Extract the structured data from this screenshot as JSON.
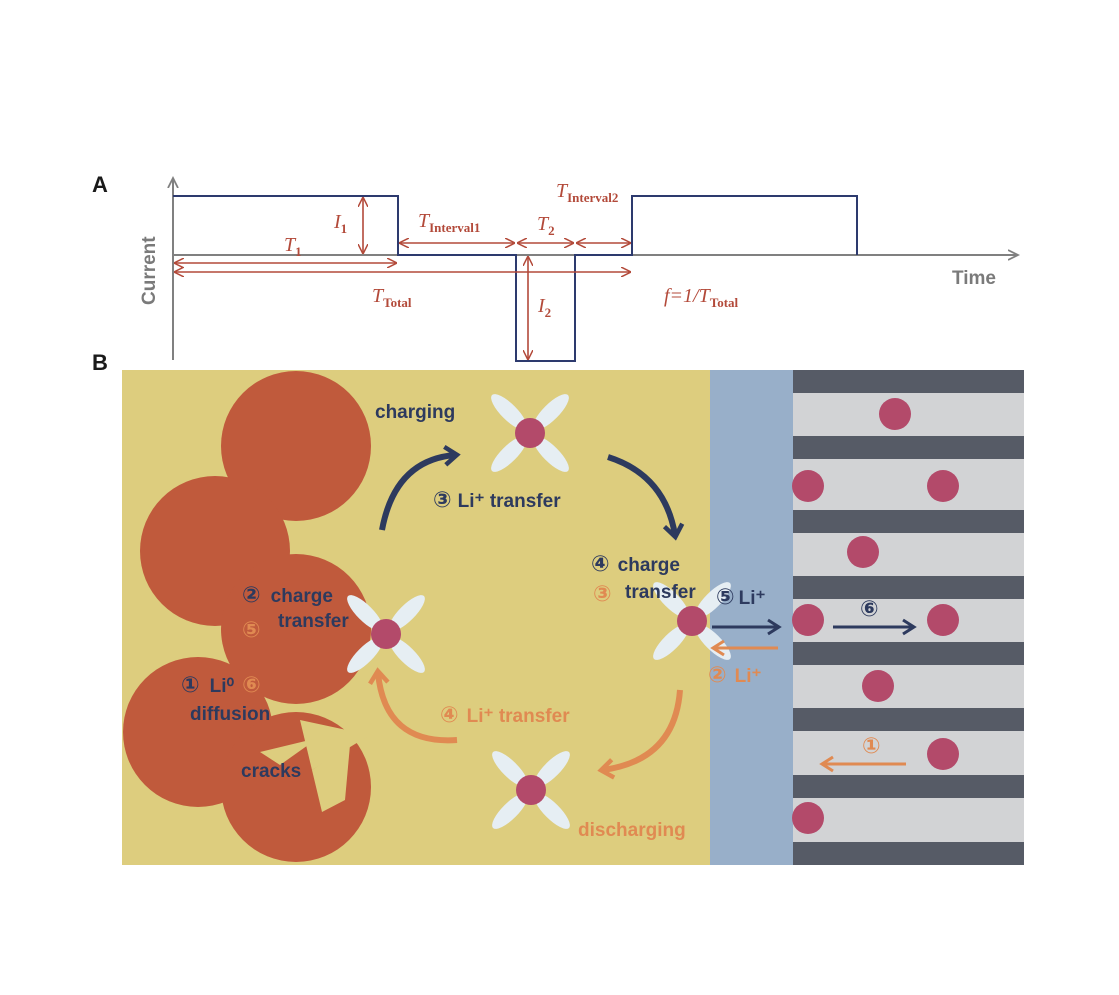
{
  "panel_a": {
    "label": "A",
    "y_axis": "Current",
    "x_axis": "Time",
    "t1": "T",
    "t1_sub": "1",
    "i1": "I",
    "i1_sub": "1",
    "t_interval1": "T",
    "t_interval1_sub": "Interval1",
    "t2": "T",
    "t2_sub": "2",
    "t_interval2": "T",
    "t_interval2_sub": "Interval2",
    "i2": "I",
    "i2_sub": "2",
    "t_total": "T",
    "t_total_sub": "Total",
    "freq": "f=1/T",
    "freq_sub": "Total",
    "colors": {
      "waveform": "#2d3a6e",
      "annotation": "#b34a3a",
      "axis": "#808080"
    }
  },
  "panel_b": {
    "label": "B",
    "charging": "charging",
    "discharging": "discharging",
    "step3_num": "③",
    "step3_text": "Li⁺ transfer",
    "step4_num": "④",
    "step4_line1": "charge",
    "step4_line2": "transfer",
    "step3o_num": "③",
    "step2_num": "②",
    "step2_line1": "charge",
    "step2_line2": "transfer",
    "step5o_num": "⑤",
    "step1_num": "①",
    "step1_text": "Li⁰",
    "step6o_num": "⑥",
    "diffusion": "diffusion",
    "cracks": "cracks",
    "step5_num": "⑤",
    "step5_text": "Li⁺",
    "step2o_num": "②",
    "step2o_text": "Li⁺",
    "step6_num": "⑥",
    "step1o_num": "①",
    "step4o_num": "④",
    "step4o_text": "Li⁺ transfer",
    "colors": {
      "electrolyte": "#ddcd7e",
      "particle": "#c05a3c",
      "sei": "#98afc9",
      "graphite_dark": "#565b66",
      "graphite_light": "#d2d3d5",
      "li_ion": "#b34a6a",
      "solvent": "#e6eef3",
      "charge_arrow": "#2d3a5e",
      "discharge_arrow": "#e08a52"
    }
  }
}
